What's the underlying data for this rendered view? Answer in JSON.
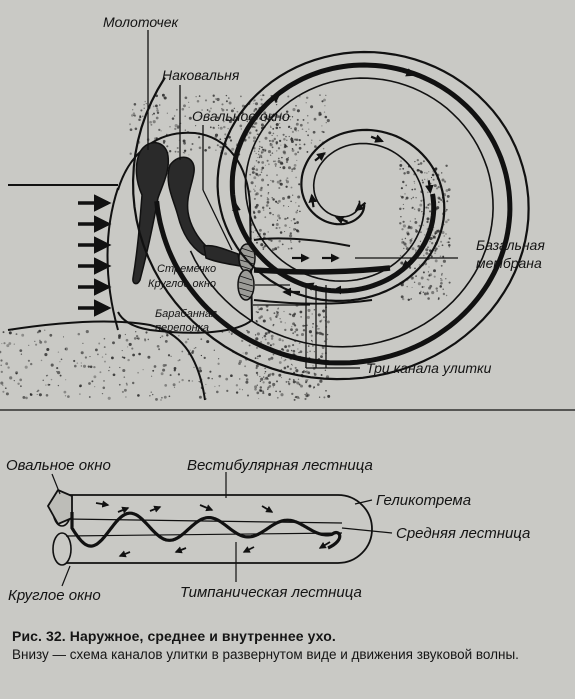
{
  "top_diagram": {
    "labels": {
      "hammer": "Молоточек",
      "anvil": "Наковальня",
      "oval_window": "Овальное окно",
      "basilar_membrane_line1": "Базальная",
      "basilar_membrane_line2": "мембрана",
      "stirrup": "Стремечко",
      "round_window": "Круглое окно",
      "eardrum_line1": "Барабанная",
      "eardrum_line2": "перепонка",
      "three_canals": "Три канала улитки"
    }
  },
  "bottom_diagram": {
    "labels": {
      "oval_window": "Овальное окно",
      "vestibular_canal": "Вестибулярная лестница",
      "helicotrema": "Геликотрема",
      "middle_canal": "Средняя лестница",
      "round_window": "Круглое окно",
      "tympanic_canal": "Тимпаническая лестница"
    }
  },
  "caption": {
    "title": "Рис. 32. Наружное, среднее и внутреннее ухо.",
    "text": "Внизу — схема каналов улитки в развернутом виде и движения звуковой волны."
  }
}
